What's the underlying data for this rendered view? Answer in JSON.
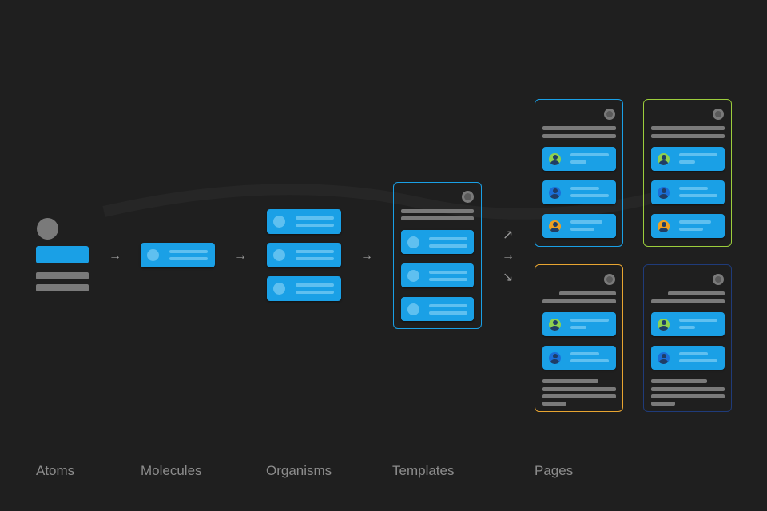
{
  "stages": {
    "atoms": "Atoms",
    "molecules": "Molecules",
    "organisms": "Organisms",
    "templates": "Templates",
    "pages": "Pages"
  },
  "colors": {
    "background": "#1f1f1f",
    "component_blue": "#1aa0e6",
    "line_light_blue": "#5fc0f0",
    "neutral_gray": "#7a7a7a",
    "frame_blue": "#1aa0e6",
    "frame_green": "#9ccd3c",
    "frame_orange": "#e8a531",
    "frame_dark_blue": "#1f3b7a",
    "avatar_green": "#8fd14f",
    "avatar_blue": "#1a6fd8",
    "avatar_orange": "#f0a020"
  },
  "icons": {
    "flow_arrow": "right-arrow-icon",
    "branch_arrows": [
      "up-right-arrow-icon",
      "right-arrow-icon",
      "down-right-arrow-icon"
    ],
    "profile": "user-avatar-icon"
  }
}
